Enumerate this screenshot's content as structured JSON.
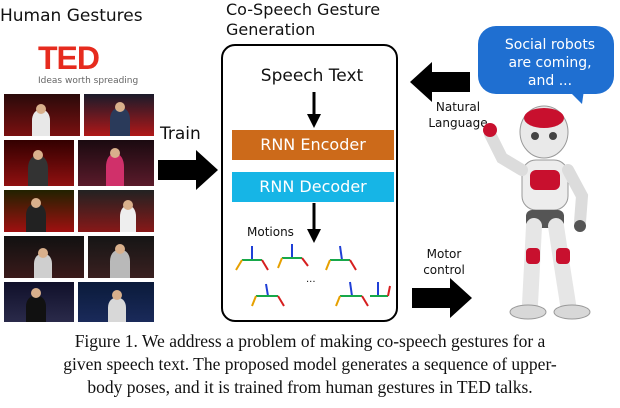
{
  "left_panel": {
    "title": "Human Gestures",
    "logo_text": "TED",
    "logo_tagline": "Ideas worth spreading",
    "brand_color": "#e62b1e"
  },
  "train_label": "Train",
  "generation": {
    "title_line1": "Co-Speech Gesture",
    "title_line2": "Generation",
    "speech_text": "Speech Text",
    "encoder_label": "RNN Encoder",
    "decoder_label": "RNN Decoder",
    "motions_label": "Motions",
    "ellipsis": "...",
    "encoder_color": "#cc6a1a",
    "decoder_color": "#16b5e6"
  },
  "robot": {
    "speech_bubble_line1": "Social robots",
    "speech_bubble_line2": "are coming,",
    "speech_bubble_line3": "and ...",
    "bubble_color": "#1f6fd1",
    "natural_language_line1": "Natural",
    "natural_language_line2": "Language",
    "motor_control_line1": "Motor",
    "motor_control_line2": "control"
  },
  "caption": {
    "line1": "Figure 1.   We address a problem of making co-speech gestures for a",
    "line2": "given speech text. The proposed model generates a sequence of upper-",
    "line3": "body poses, and it is trained from human gestures in TED talks."
  }
}
